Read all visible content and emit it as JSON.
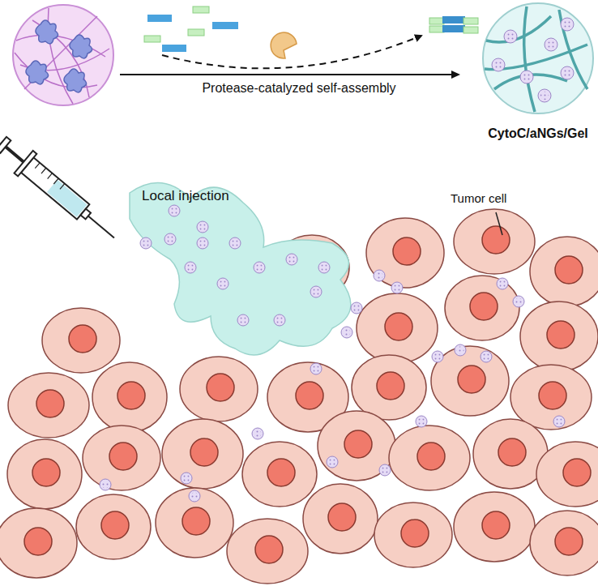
{
  "diagram": {
    "labels": [
      "Protease-catalyzed self-assembly",
      "CytoC/aNGs/Gel",
      "Local injection",
      "Tumor cell"
    ]
  }
}
